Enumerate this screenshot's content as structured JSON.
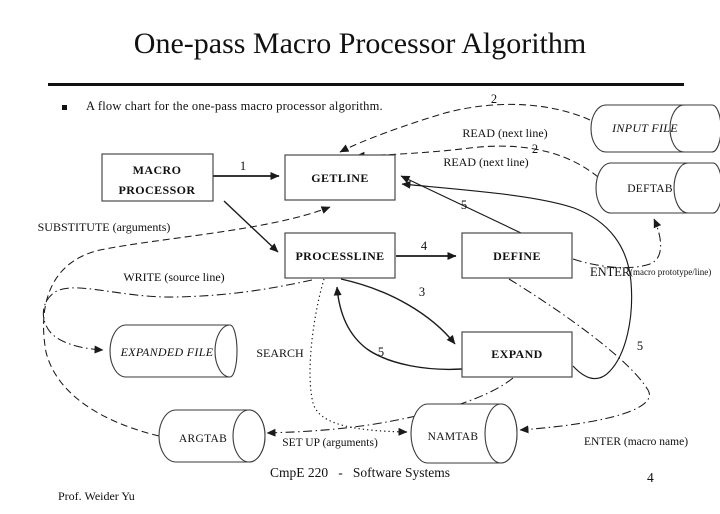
{
  "slide": {
    "title": "One-pass Macro Processor Algorithm",
    "bullet_text": "A flow chart for the one-pass macro processor algorithm.",
    "footer": "CmpE 220   -   Software Systems",
    "page_number": "4",
    "author": "Prof. Weider Yu"
  },
  "nodes": {
    "macro_processor_line1": "MACRO",
    "macro_processor_line2": "PROCESSOR",
    "getline": "GETLINE",
    "processline": "PROCESSLINE",
    "define": "DEFINE",
    "expand": "EXPAND"
  },
  "stores": {
    "input_file": "INPUT FILE",
    "deftab": "DEFTAB",
    "expanded_file": "EXPANDED FILE",
    "argtab": "ARGTAB",
    "namtab": "NAMTAB"
  },
  "edge_labels": {
    "read_input": "READ (next line)",
    "read_deftab": "READ (next line)",
    "substitute": "SUBSTITUTE (arguments)",
    "write": "WRITE (source line)",
    "search": "SEARCH",
    "set_up": "SET UP (arguments)",
    "enter_prototype_word": "ENTER",
    "enter_prototype_detail": "(macro prototype/line)",
    "enter_name": "ENTER (macro name)"
  },
  "callouts": {
    "c1": "1",
    "c2_input": "2",
    "c2_deftab": "2",
    "c3": "3",
    "c4": "4",
    "c5_define": "5",
    "c5_expand_loop": "5",
    "c5_expand_getline": "5"
  },
  "colors": {
    "ink": "#1a1a1a",
    "box_border": "#4a4a4a",
    "background": "#ffffff"
  }
}
